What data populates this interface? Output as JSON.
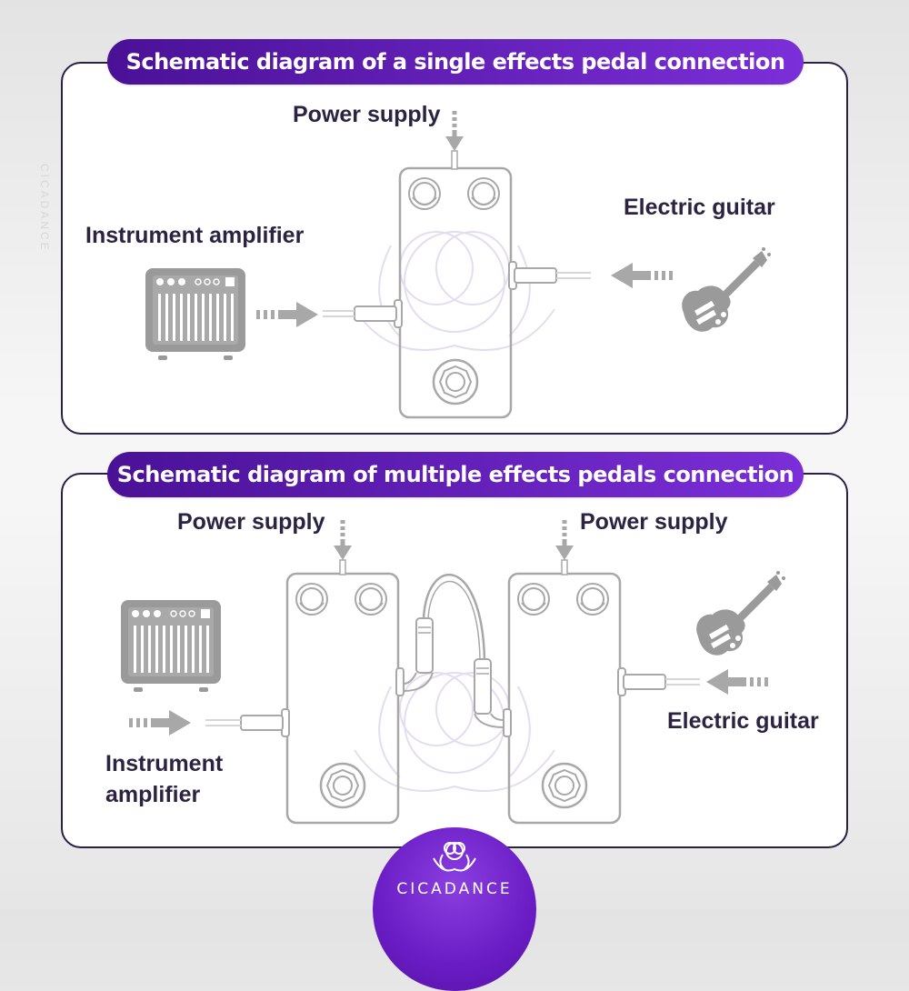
{
  "sections": [
    {
      "title": "Schematic diagram of a single effects pedal connection",
      "labels": {
        "power_supply": "Power supply",
        "instrument_amplifier": "Instrument amplifier",
        "electric_guitar": "Electric guitar"
      }
    },
    {
      "title": "Schematic diagram of multiple effects pedals connection",
      "labels": {
        "power_supply_left": "Power supply",
        "power_supply_right": "Power supply",
        "instrument_amplifier_line1": "Instrument",
        "instrument_amplifier_line2": "amplifier",
        "electric_guitar": "Electric guitar"
      }
    }
  ],
  "brand": {
    "name": "CICADANCE",
    "side_watermark": "CICADANCE"
  },
  "colors": {
    "accent_start": "#4a1196",
    "accent_end": "#7b2fd8",
    "panel_border": "#2a1f45",
    "label_text": "#2c2342",
    "device_gray": "#a8a8a8"
  },
  "icons": [
    "amplifier-icon",
    "electric-guitar-icon",
    "effects-pedal-icon",
    "arrow-icon",
    "patch-cable-icon",
    "cicadance-logo-icon"
  ]
}
